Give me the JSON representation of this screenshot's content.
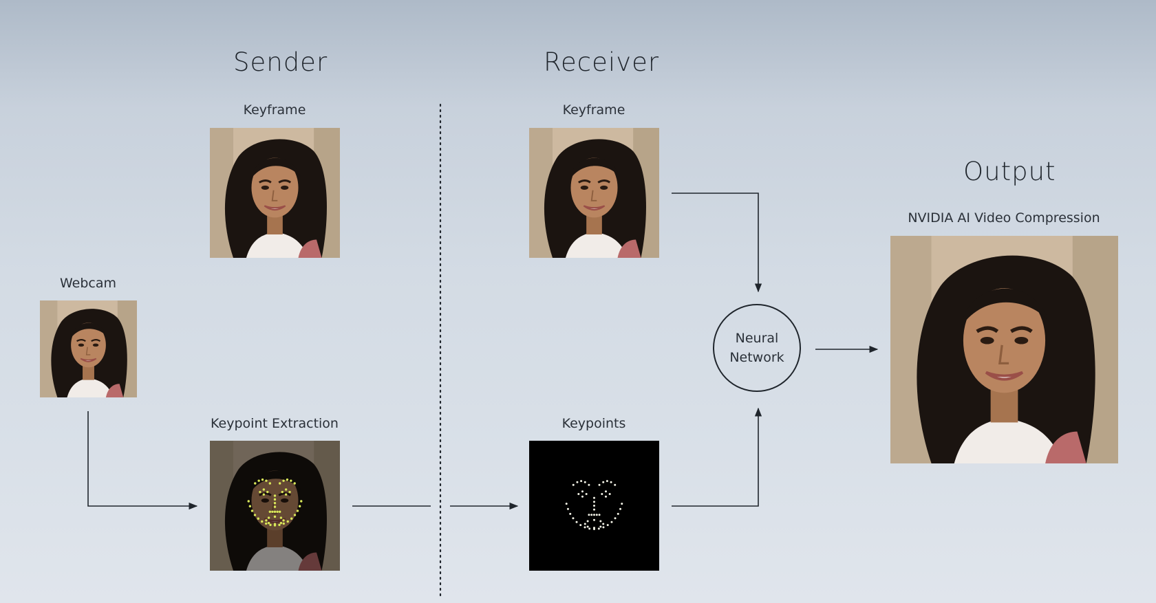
{
  "headings": {
    "sender": "Sender",
    "receiver": "Receiver",
    "output": "Output"
  },
  "labels": {
    "sender_keyframe": "Keyframe",
    "receiver_keyframe": "Keyframe",
    "webcam": "Webcam",
    "keypoint_extraction": "Keypoint Extraction",
    "keypoints": "Keypoints",
    "output_caption": "NVIDIA AI Video Compression"
  },
  "neural_network": {
    "line1": "Neural",
    "line2": "Network"
  },
  "icons": {
    "face": "face-portrait-icon",
    "keypoint_dot": "keypoint-dot-icon"
  },
  "colors": {
    "ink": "#1f252c",
    "keypoint_overlay": "#d9e85a",
    "keypoint_plain": "#f2f2e6",
    "keypoints_bg": "#000000"
  }
}
